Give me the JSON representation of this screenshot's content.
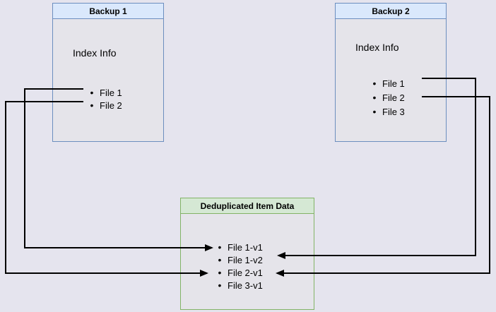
{
  "diagram": {
    "kind": "backup-deduplication-diagram",
    "colors": {
      "page_background": "#e5e4ee",
      "blue_box_border": "#6c8ebf",
      "blue_box_header_fill": "#dae8fc",
      "green_box_border": "#82b366",
      "green_box_header_fill": "#d5e8d4",
      "connector_line": "#000000",
      "text": "#000000"
    },
    "backup1": {
      "title": "Backup 1",
      "section_label": "Index Info",
      "items": [
        "File 1",
        "File 2"
      ]
    },
    "backup2": {
      "title": "Backup 2",
      "section_label": "Index Info",
      "items": [
        "File 1",
        "File 2",
        "File 3"
      ]
    },
    "dedup": {
      "title": "Deduplicated Item Data",
      "items": [
        "File 1-v1",
        "File 1-v2",
        "File 2-v1",
        "File 3-v1"
      ]
    },
    "connections": [
      {
        "from": "Backup 1 / File 1",
        "to": "Deduplicated Item Data / File 1-v1"
      },
      {
        "from": "Backup 1 / File 2",
        "to": "Deduplicated Item Data / File 2-v1"
      },
      {
        "from": "Backup 2 / File 1",
        "to": "Deduplicated Item Data / File 1-v2"
      },
      {
        "from": "Backup 2 / File 2",
        "to": "Deduplicated Item Data / File 2-v1"
      }
    ]
  }
}
